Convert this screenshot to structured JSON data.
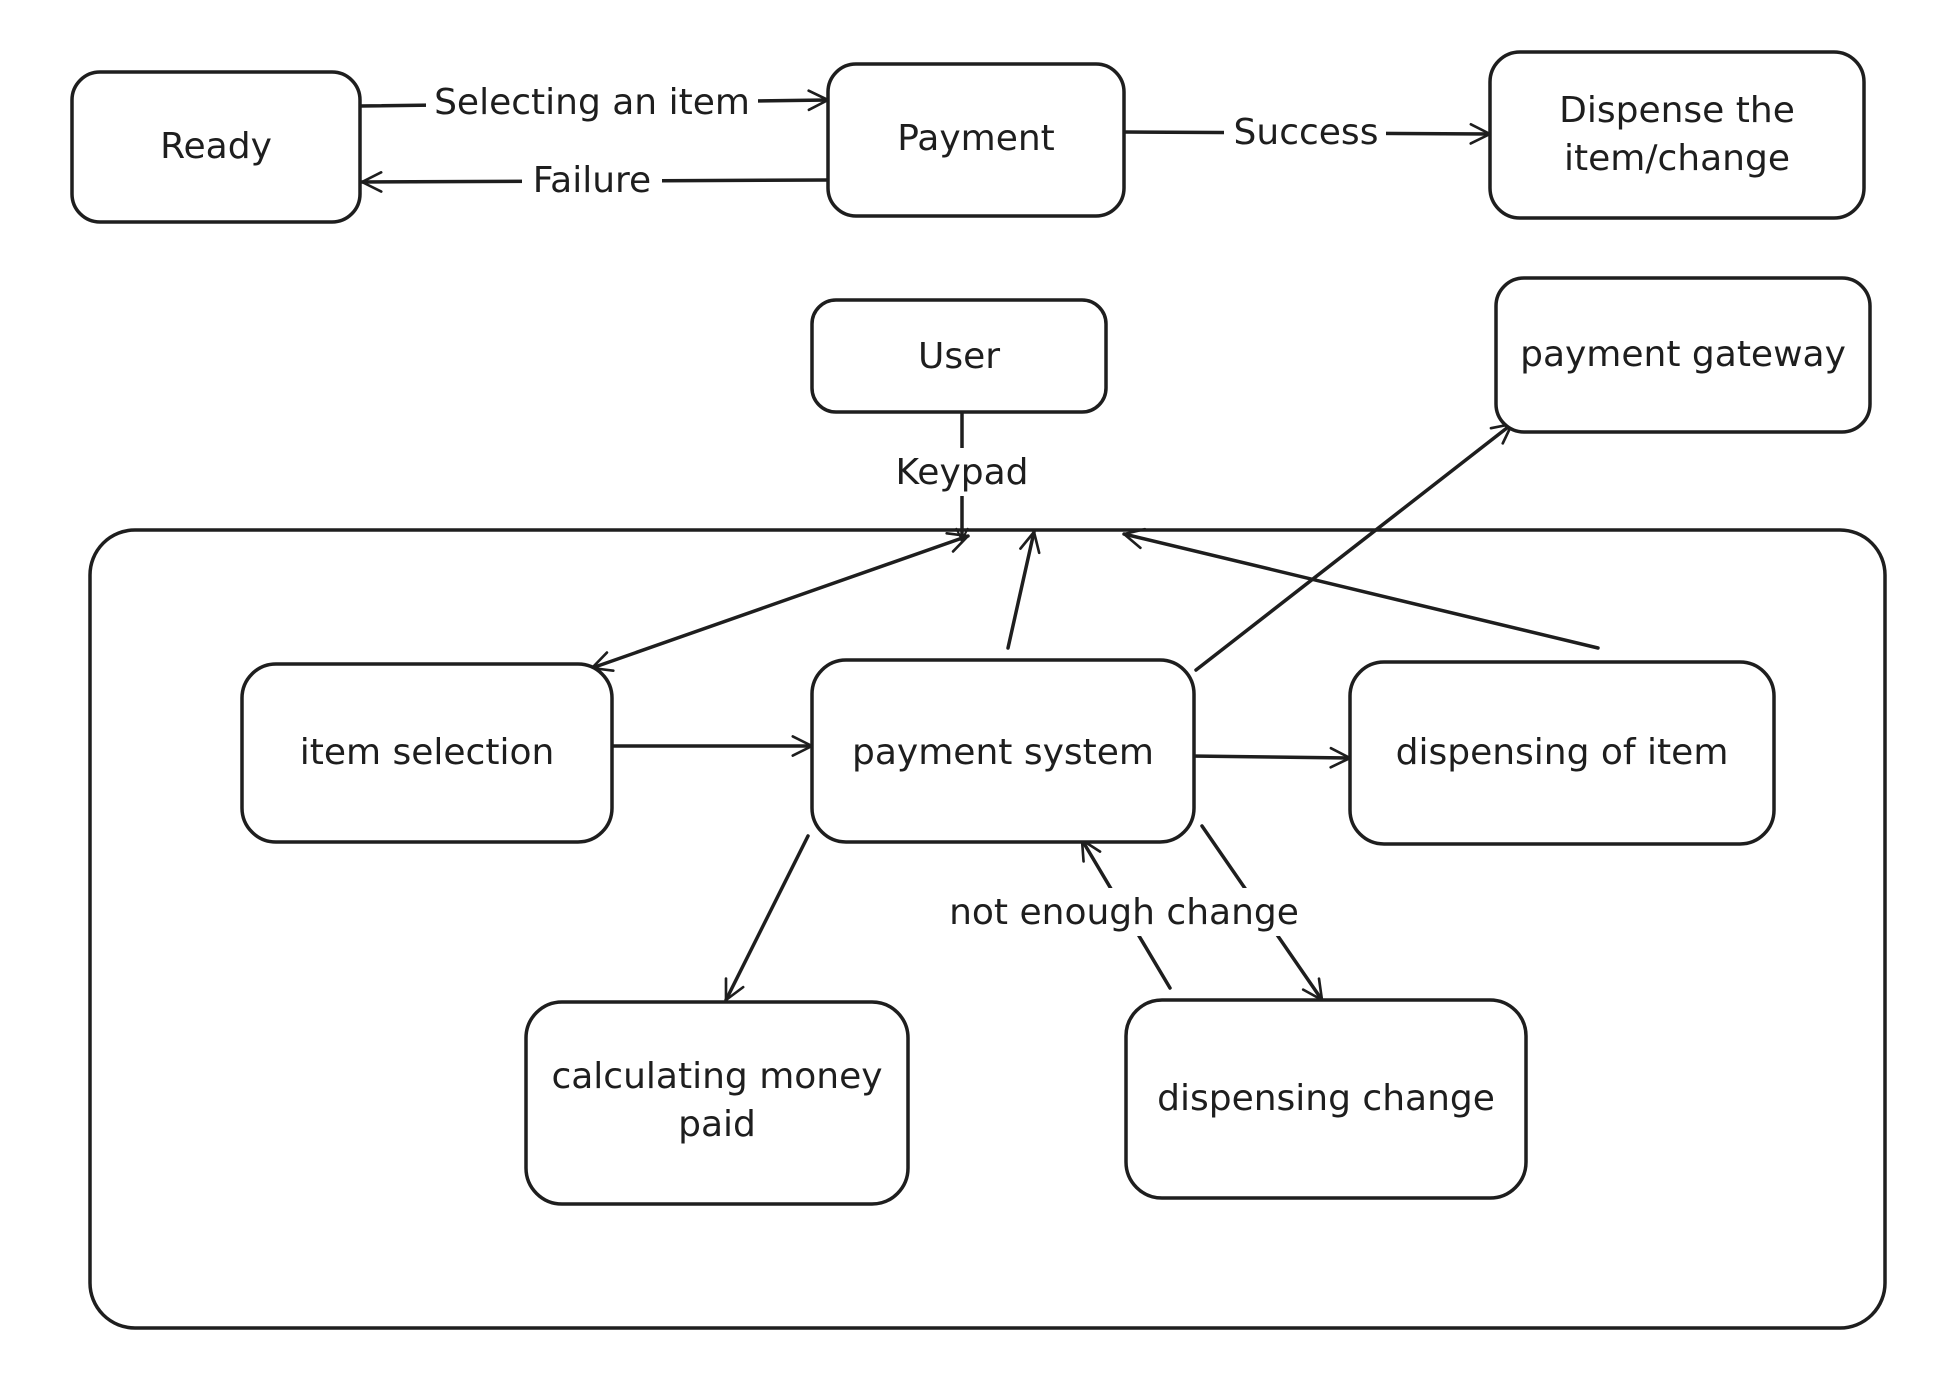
{
  "colors": {
    "stroke": "#1e1e1e",
    "background": "#ffffff"
  },
  "top_flow": {
    "ready": "Ready",
    "payment": "Payment",
    "dispense_line1": "Dispense the",
    "dispense_line2": "item/change",
    "selecting_label": "Selecting an item",
    "failure_label": "Failure",
    "success_label": "Success"
  },
  "context": {
    "user": "User",
    "keypad_label": "Keypad",
    "payment_gateway": "payment gateway"
  },
  "system": {
    "item_selection": "item selection",
    "payment_system": "payment system",
    "dispensing_item": "dispensing of item",
    "calculating_line1": "calculating money",
    "calculating_line2": "paid",
    "dispensing_change": "dispensing change",
    "not_enough_change_label": "not enough change"
  }
}
